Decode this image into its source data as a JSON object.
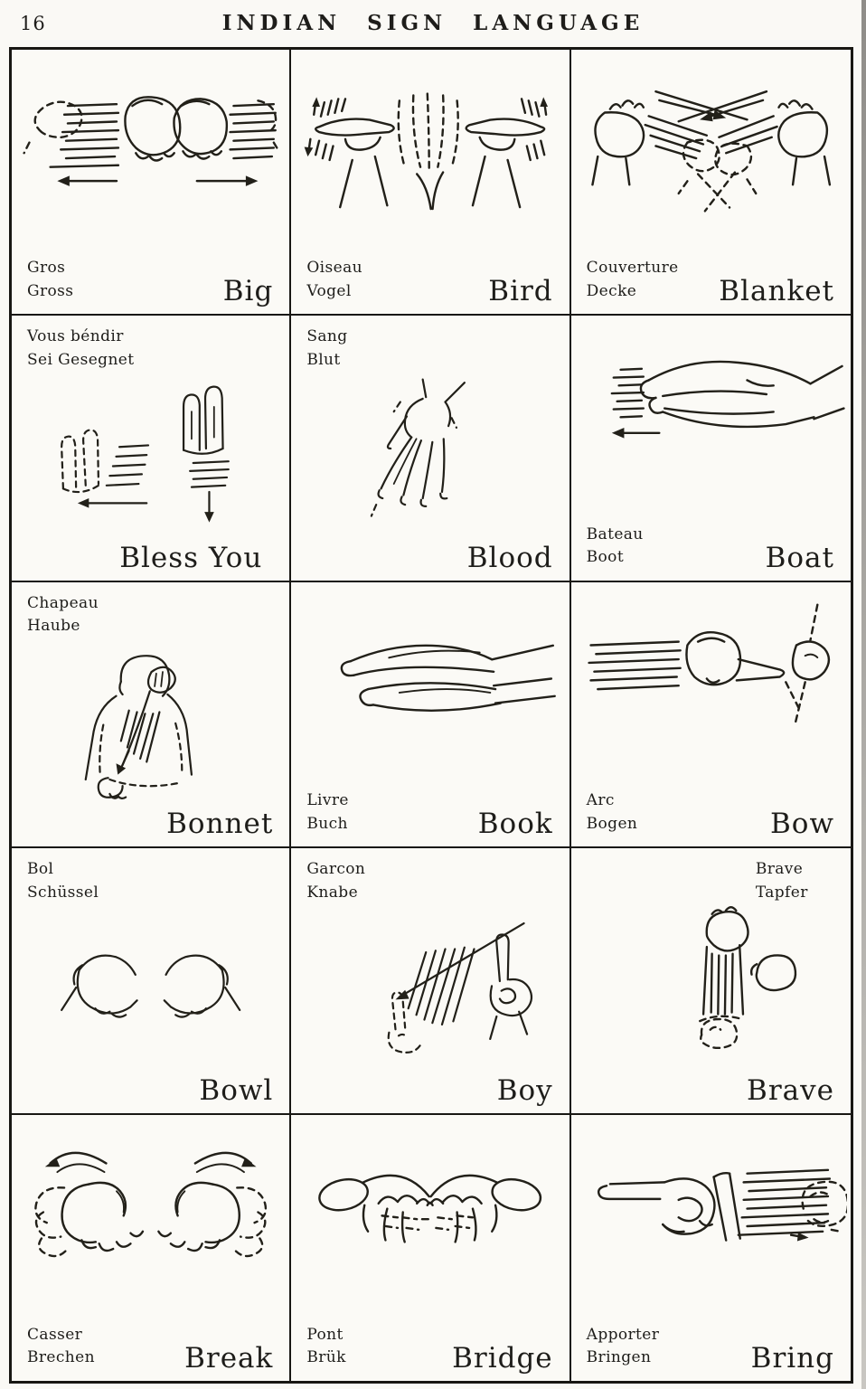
{
  "page": {
    "number": "16",
    "title": "INDIAN SIGN LANGUAGE"
  },
  "colors": {
    "ink": "#222019",
    "paper": "#faf9f5"
  },
  "cells": [
    {
      "english": "Big",
      "french": "Gros",
      "german": "Gross",
      "labels_position": "bottom-left",
      "illustration": "two-fists-spreading-apart-with-arrows"
    },
    {
      "english": "Bird",
      "french": "Oiseau",
      "german": "Vogel",
      "labels_position": "bottom-left",
      "illustration": "hands-flapping-like-wings"
    },
    {
      "english": "Blanket",
      "french": "Couverture",
      "german": "Decke",
      "labels_position": "bottom-left",
      "illustration": "fists-drawing-blanket-over-shoulders"
    },
    {
      "english": "Bless You",
      "french": "Vous béndir",
      "german": "Sei Gesegnet",
      "labels_position": "top-left",
      "illustration": "raised-palms-lowering-forward"
    },
    {
      "english": "Blood",
      "french": "Sang",
      "german": "Blut",
      "labels_position": "top-left",
      "illustration": "hand-trickling-downward"
    },
    {
      "english": "Boat",
      "french": "Bateau",
      "german": "Boot",
      "labels_position": "bottom-left",
      "illustration": "cupped-hands-gliding-forward"
    },
    {
      "english": "Bonnet",
      "french": "Chapeau",
      "german": "Haube",
      "labels_position": "top-left",
      "illustration": "figure-tying-bonnet-under-chin"
    },
    {
      "english": "Book",
      "french": "Livre",
      "german": "Buch",
      "labels_position": "bottom-left",
      "illustration": "open-palms-held-like-book"
    },
    {
      "english": "Bow",
      "french": "Arc",
      "german": "Bogen",
      "labels_position": "bottom-left",
      "illustration": "arms-drawing-bow-and-string"
    },
    {
      "english": "Bowl",
      "french": "Bol",
      "german": "Schüssel",
      "labels_position": "top-left",
      "illustration": "cupped-hands-forming-bowl"
    },
    {
      "english": "Boy",
      "french": "Garcon",
      "german": "Knabe",
      "labels_position": "top-left",
      "illustration": "index-finger-raised-with-arrow"
    },
    {
      "english": "Brave",
      "french": "Brave",
      "german": "Tapfer",
      "labels_position": "top-right",
      "illustration": "fist-striking-firm-forearm"
    },
    {
      "english": "Break",
      "french": "Casser",
      "german": "Brechen",
      "labels_position": "bottom-left",
      "illustration": "fists-twisting-apart-to-break"
    },
    {
      "english": "Bridge",
      "french": "Pont",
      "german": "Brük",
      "labels_position": "bottom-left",
      "illustration": "arched-fingertips-meeting-like-bridge"
    },
    {
      "english": "Bring",
      "french": "Apporter",
      "german": "Bringen",
      "labels_position": "bottom-left",
      "illustration": "pointing-hand-pulling-back"
    }
  ]
}
